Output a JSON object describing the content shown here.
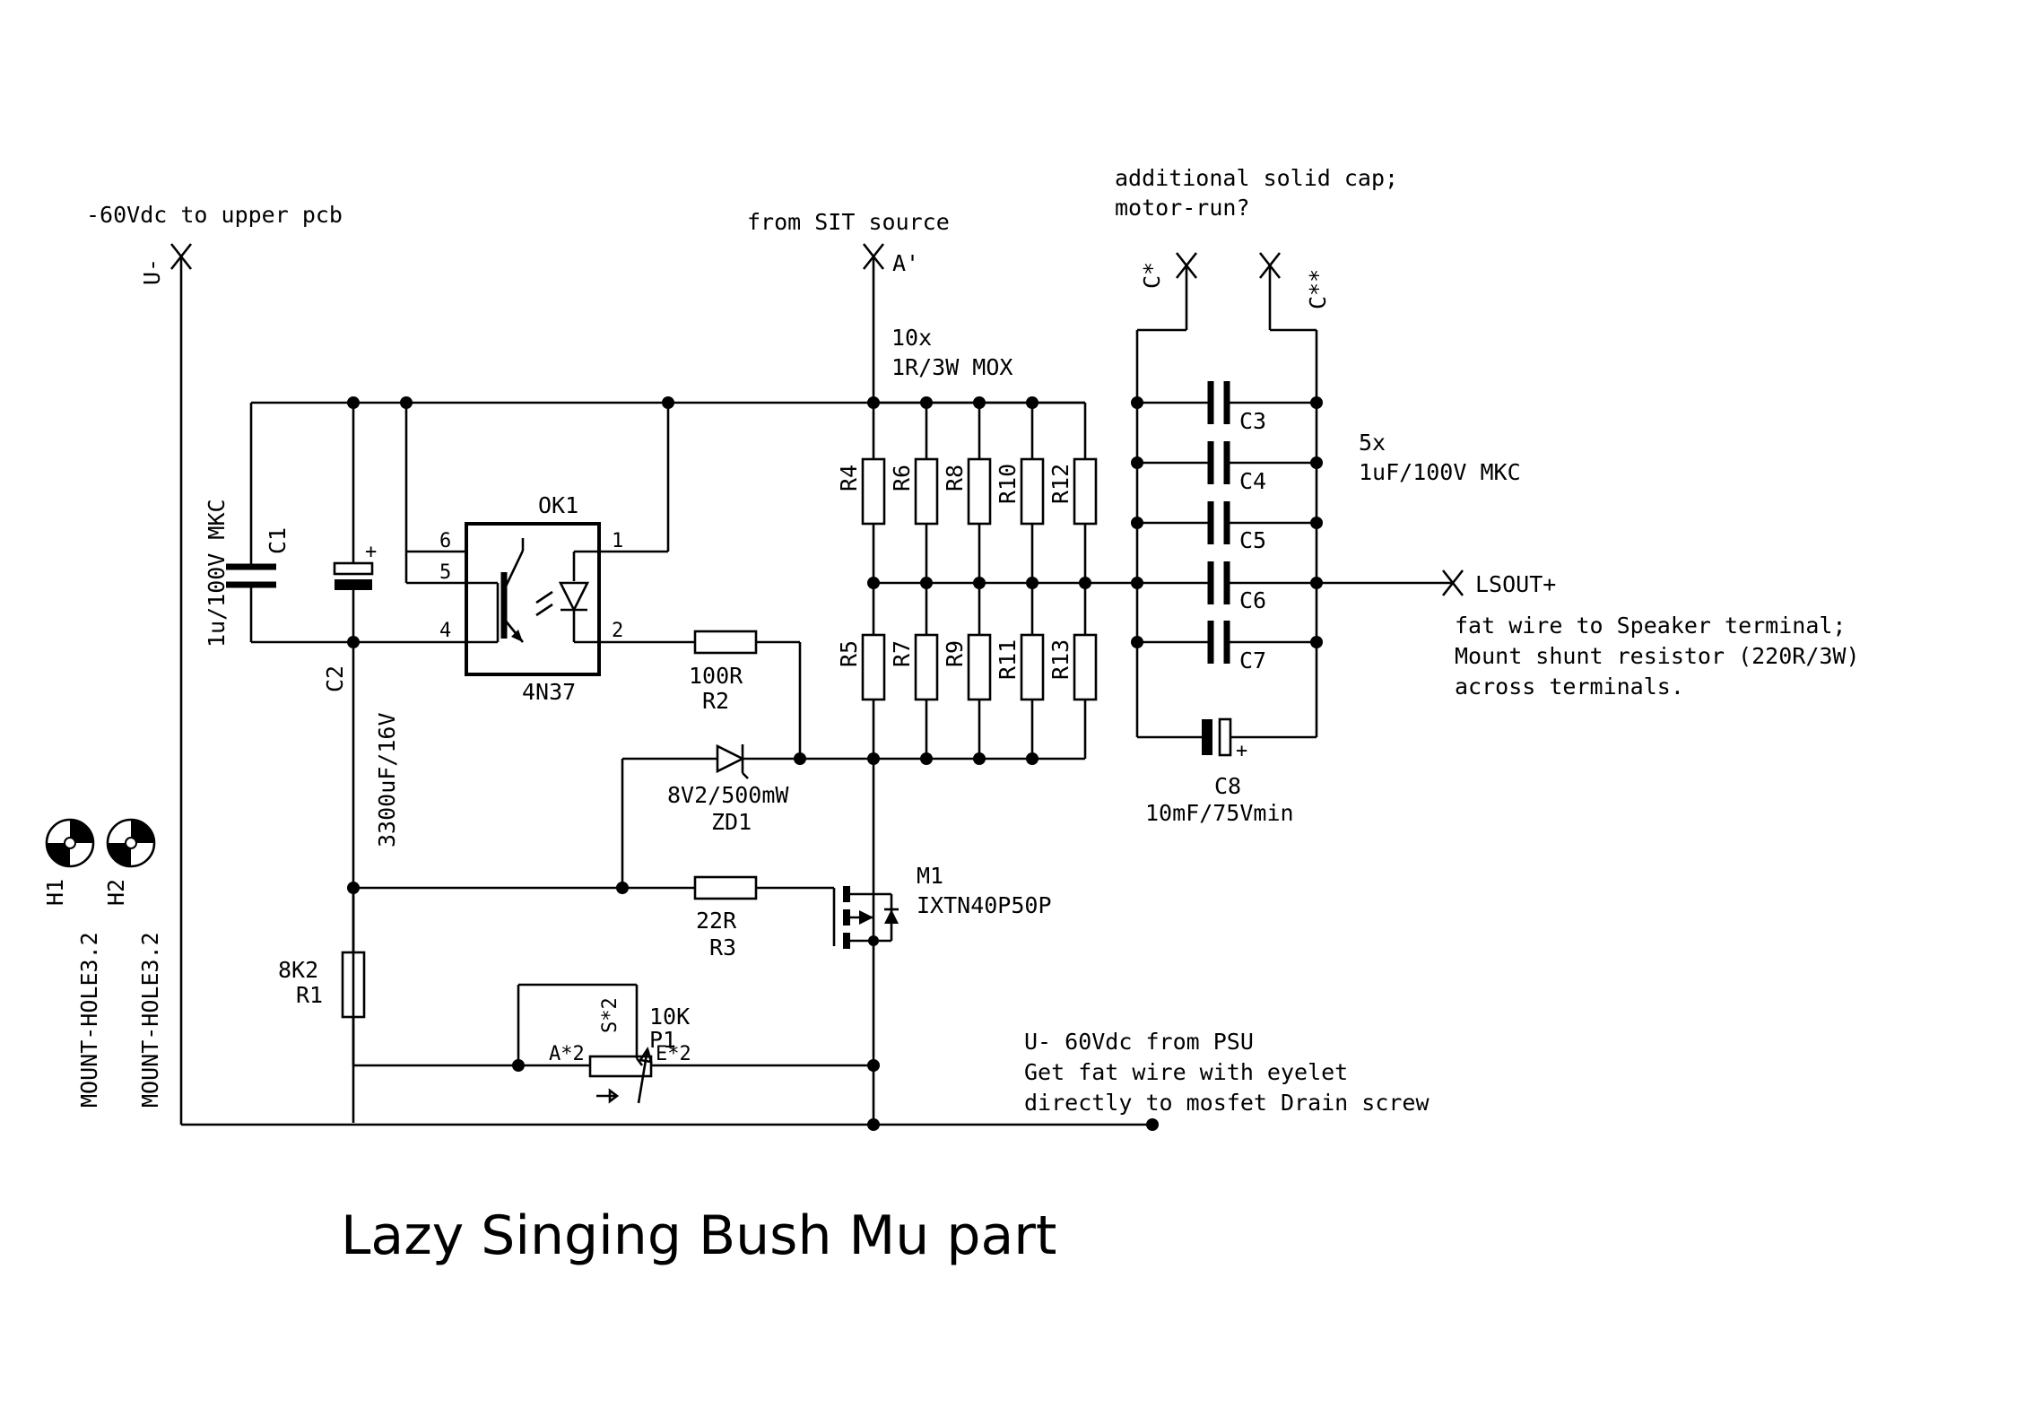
{
  "title": "Lazy Singing Bush Mu part",
  "terminals": {
    "u_minus": "U-",
    "u_minus_note": "-60Vdc to upper pcb",
    "a_prime": "A'",
    "a_prime_note": "from SIT source",
    "c_star": "C*",
    "c_star_star": "C**",
    "c_note_1": "additional solid cap;",
    "c_note_2": "motor-run?",
    "lsout": "LSOUT+",
    "lsout_note_1": "fat wire to Speaker terminal;",
    "lsout_note_2": "Mount shunt resistor (220R/3W)",
    "lsout_note_3": "across terminals.",
    "psu_note_1": "U- 60Vdc from PSU",
    "psu_note_2": "Get fat wire with eyelet",
    "psu_note_3": "directly to mosfet Drain screw"
  },
  "components": {
    "c1_name": "C1",
    "c1_value": "1u/100V MKC",
    "c2_name": "C2",
    "c2_value": "3300uF/16V",
    "ok1_name": "OK1",
    "ok1_type": "4N37",
    "ok1_pins": [
      "6",
      "5",
      "4",
      "1",
      "2"
    ],
    "r2_value": "100R",
    "r2_name": "R2",
    "zd1_value": "8V2/500mW",
    "zd1_name": "ZD1",
    "r3_value": "22R",
    "r3_name": "R3",
    "r1_value": "8K2",
    "r1_name": "R1",
    "p1_value": "10K",
    "p1_name": "P1",
    "p1_pin_a": "A*2",
    "p1_pin_s": "S*2",
    "p1_pin_e": "E*2",
    "m1_name": "M1",
    "m1_type": "IXTN40P50P",
    "res_bank_count": "10x",
    "res_bank_value": "1R/3W MOX",
    "res_top": [
      "R4",
      "R6",
      "R8",
      "R10",
      "R12"
    ],
    "res_bottom": [
      "R5",
      "R7",
      "R9",
      "R11",
      "R13"
    ],
    "cap_bank_count": "5x",
    "cap_bank_value": "1uF/100V MKC",
    "caps": [
      "C3",
      "C4",
      "C5",
      "C6",
      "C7"
    ],
    "c8_name": "C8",
    "c8_value": "10mF/75Vmin",
    "h1_name": "H1",
    "h2_name": "H2",
    "mount_hole": "MOUNT-HOLE3.2"
  }
}
